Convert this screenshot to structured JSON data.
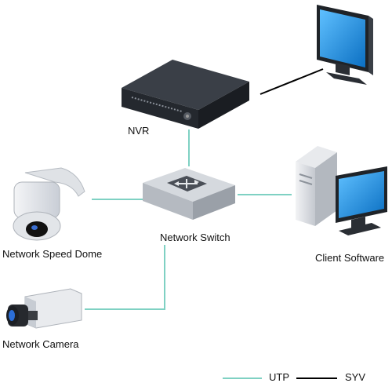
{
  "labels": {
    "nvr": "NVR",
    "switch": "Network Switch",
    "dome": "Network Speed Dome",
    "client": "Client Software",
    "camera": "Network Camera"
  },
  "legend": {
    "utp": "UTP",
    "syv": "SYV"
  },
  "colors": {
    "utp_line": "#7fd1c3",
    "syv_line": "#000000",
    "screen_blue": "#1e88d6",
    "device_dark": "#2b2f36",
    "device_light": "#d9dde2"
  },
  "icons": [
    "nvr-icon",
    "network-switch-icon",
    "monitor-icon",
    "client-pc-icon",
    "speed-dome-icon",
    "network-camera-icon"
  ]
}
